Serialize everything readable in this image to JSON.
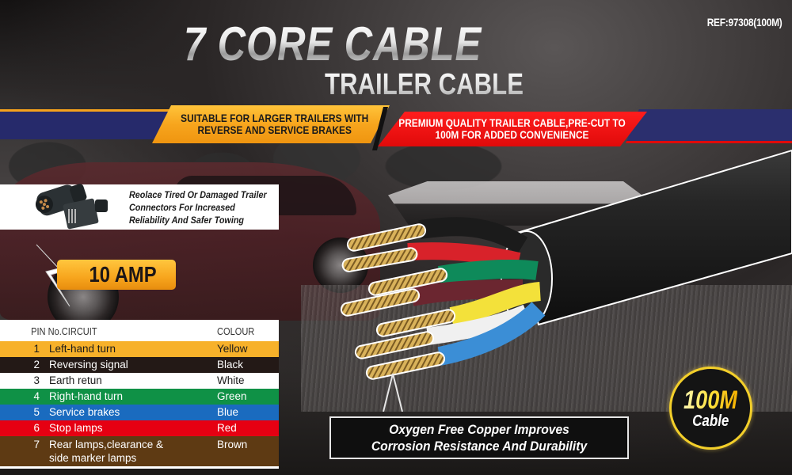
{
  "header": {
    "ref": "REF:97308(100M)",
    "title": "7 CORE CABLE",
    "subtitle": "TRAILER CABLE"
  },
  "ribbons": {
    "yellow_text": "SUITABLE FOR LARGER TRAILERS WITH\nREVERSE  AND SERVICE BRAKES",
    "red_text": "PREMIUM QUALITY TRAILER CABLE,PRE-CUT TO\n100M FOR ADDED CONVENIENCE"
  },
  "connector_panel": {
    "icon": "trailer-plug-connector-icon",
    "text": "Reolace Tired Or Damaged Trailer\nConnectors For Increased\nReliability And Safer Towing"
  },
  "amp_badge": {
    "icon": "lightning-bolt-icon",
    "label": "10 AMP"
  },
  "pin_table": {
    "header_pin_circuit": "PIN No.CIRCUIT",
    "header_colour": "COLOUR",
    "rows": [
      {
        "pin": "1",
        "circuit": "Left-hand turn",
        "colour": "Yellow",
        "bg": "#f7b12a",
        "fg": "#1a1a1a"
      },
      {
        "pin": "2",
        "circuit": "Reversing signal",
        "colour": "Black",
        "bg": "#231916",
        "fg": "#ffffff"
      },
      {
        "pin": "3",
        "circuit": "Earth retun",
        "colour": "White",
        "bg": "#ffffff",
        "fg": "#1a1a1a"
      },
      {
        "pin": "4",
        "circuit": "Right-hand turn",
        "colour": "Green",
        "bg": "#0f9146",
        "fg": "#ffffff"
      },
      {
        "pin": "5",
        "circuit": "Service brakes",
        "colour": "Blue",
        "bg": "#1a6bbf",
        "fg": "#ffffff"
      },
      {
        "pin": "6",
        "circuit": "Stop lamps",
        "colour": "Red",
        "bg": "#e60012",
        "fg": "#ffffff"
      },
      {
        "pin": "7",
        "circuit": "Rear lamps,clearance &\nside marker lamps",
        "colour": "Brown",
        "bg": "#5e3a13",
        "fg": "#ffffff"
      }
    ]
  },
  "cable_image": {
    "icon": "seven-core-cable-icon",
    "core_colours": [
      "#1b1b1b",
      "#d8222a",
      "#0e8a5a",
      "#6b2630",
      "#f3e13a",
      "#f0f0f0",
      "#3b8ed6"
    ]
  },
  "callout": {
    "text": "Oxygen Free Copper Improves\nCorrosion Resistance And Durability"
  },
  "length_badge": {
    "big": "100M",
    "small": "Cable"
  },
  "colors": {
    "orange": "#f7a51d",
    "red": "#e60012",
    "navy": "#262a6b",
    "gold_ring": "#f3cf2a"
  }
}
